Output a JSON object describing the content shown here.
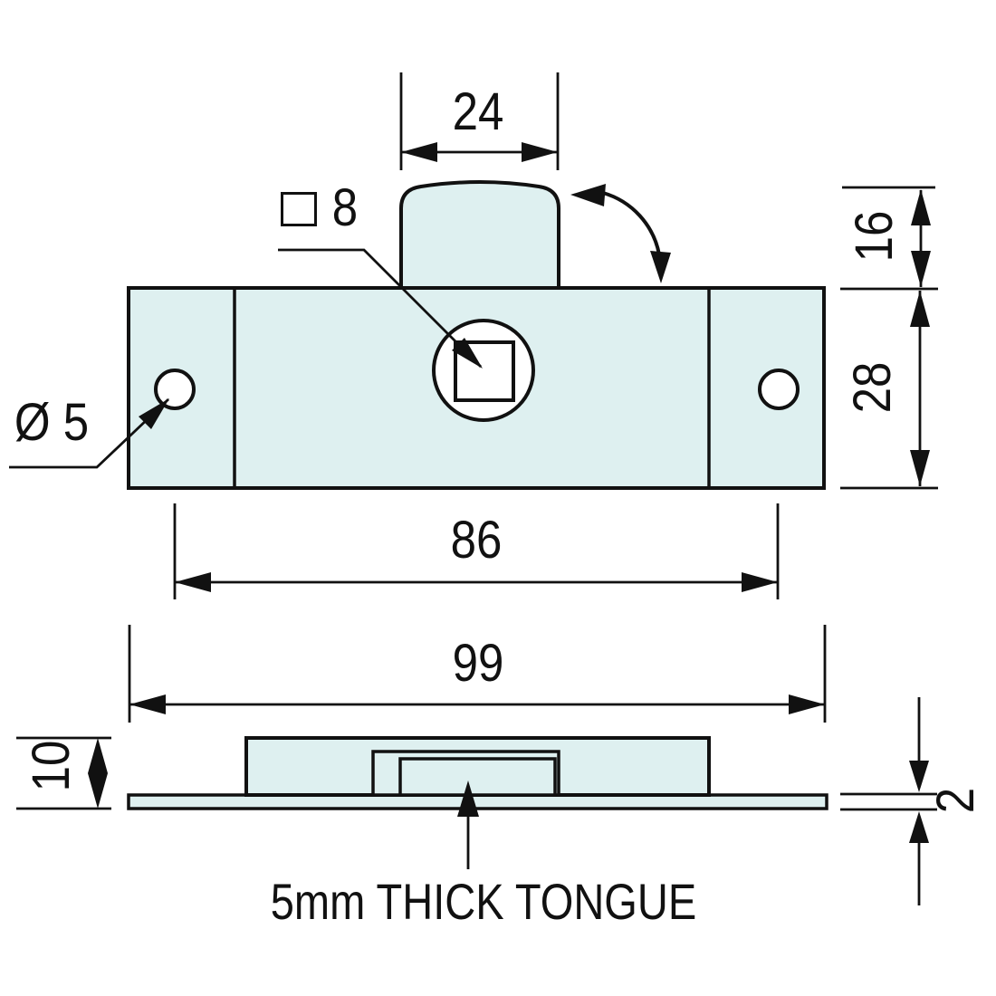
{
  "drawing": {
    "type": "technical-dimension-drawing",
    "part": "lock with rotating tongue, top view and side view",
    "dimensions": {
      "tongue_width": "24",
      "tongue_projection": "16",
      "body_height": "28",
      "hole_spacing": "86",
      "overall_width": "99",
      "side_overall_height": "10",
      "plate_thickness": "2"
    },
    "labels": {
      "spindle_hole_symbol": "□",
      "spindle_hole_size": "8",
      "screw_hole_diameter": "Ø 5",
      "tongue_note": "5mm THICK TONGUE"
    },
    "colors": {
      "part_fill": "#def0f0",
      "line": "#111111",
      "background": "#ffffff"
    }
  }
}
